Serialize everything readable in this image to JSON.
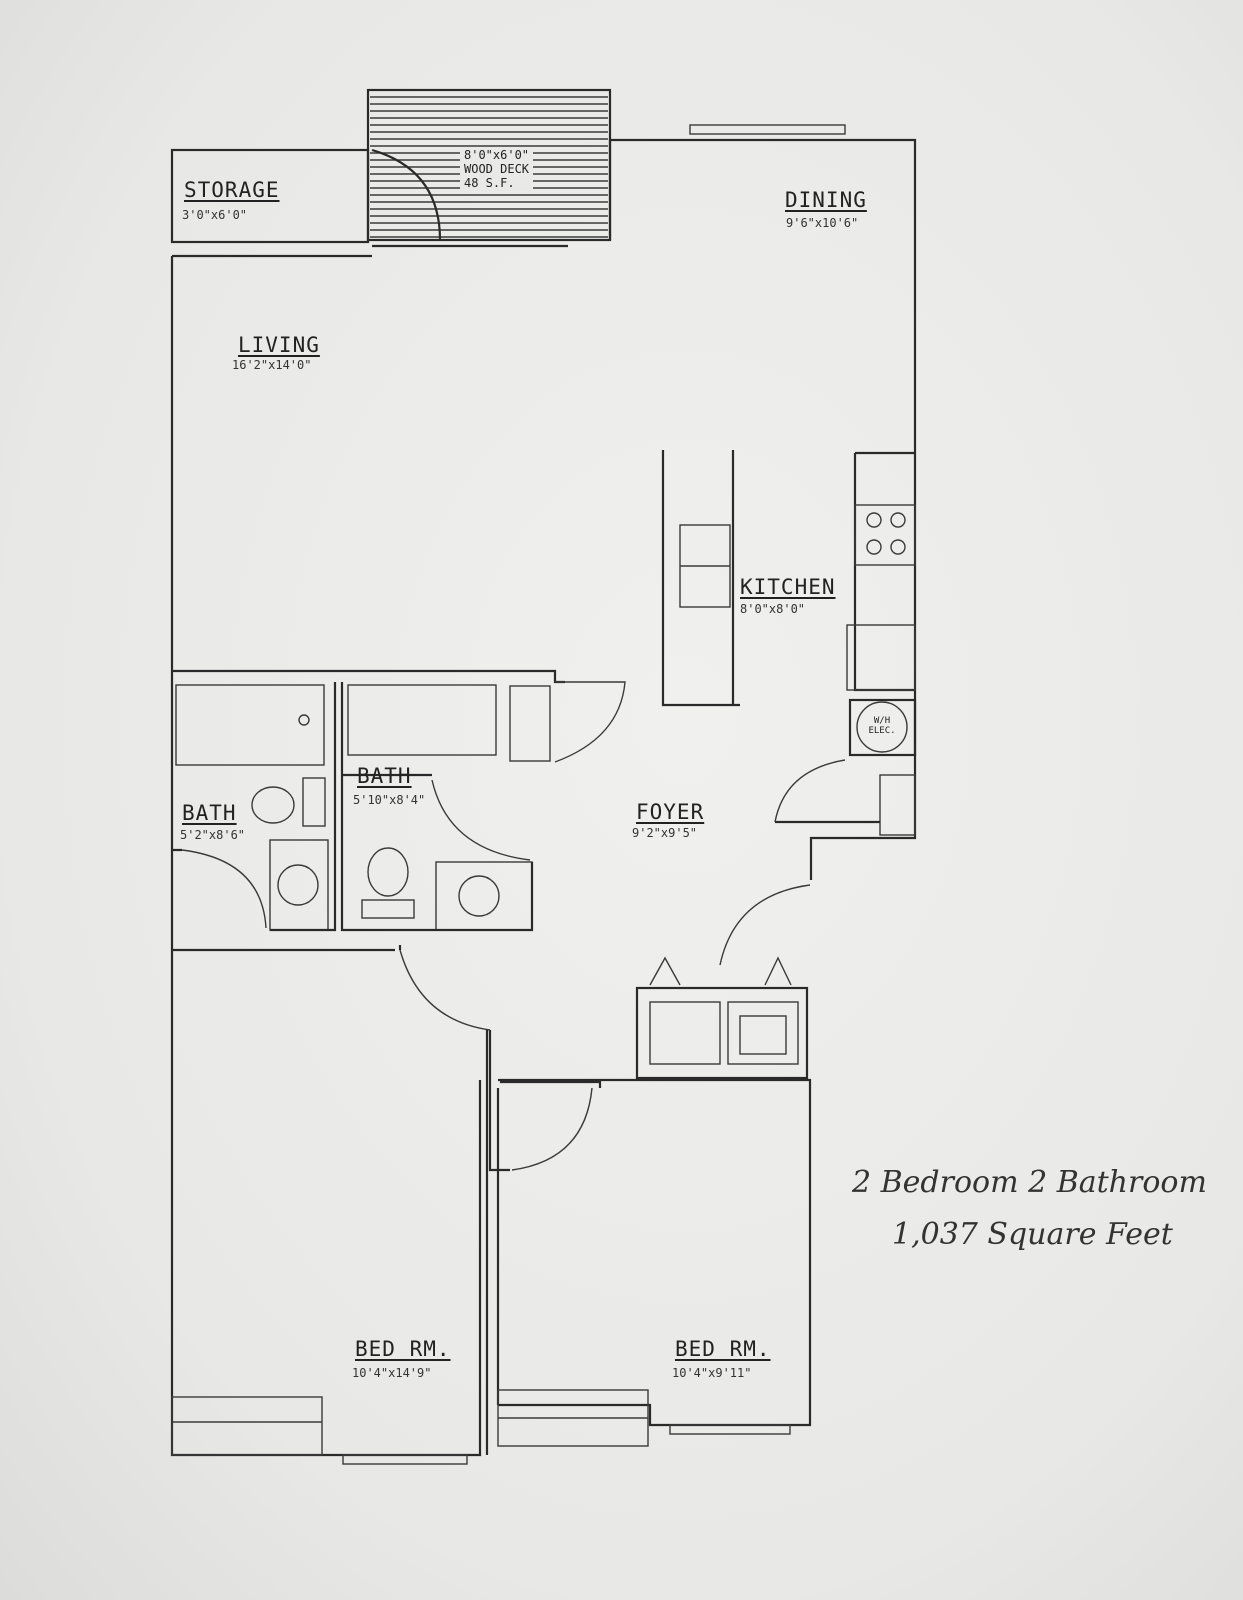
{
  "deck": {
    "dims": "8'0\"x6'0\"",
    "label": "WOOD DECK",
    "area": "48 S.F."
  },
  "rooms": {
    "storage": {
      "label": "STORAGE",
      "dims": "3'0\"x6'0\""
    },
    "dining": {
      "label": "DINING",
      "dims": "9'6\"x10'6\""
    },
    "living": {
      "label": "LIVING",
      "dims": "16'2\"x14'0\""
    },
    "kitchen": {
      "label": "KITCHEN",
      "dims": "8'0\"x8'0\""
    },
    "bath_right": {
      "label": "BATH",
      "dims": "5'10\"x8'4\""
    },
    "bath_left": {
      "label": "BATH",
      "dims": "5'2\"x8'6\""
    },
    "foyer": {
      "label": "FOYER",
      "dims": "9'2\"x9'5\""
    },
    "bed_left": {
      "label": "BED RM.",
      "dims": "10'4\"x14'9\""
    },
    "bed_right": {
      "label": "BED RM.",
      "dims": "10'4\"x9'11\""
    }
  },
  "water_heater": {
    "line1": "W/H",
    "line2": "ELEC."
  },
  "caption": {
    "line1": "2 Bedroom 2 Bathroom",
    "line2": "1,037 Square Feet"
  },
  "colors": {
    "paper": "#ececea",
    "ink": "#2a2a2a"
  }
}
